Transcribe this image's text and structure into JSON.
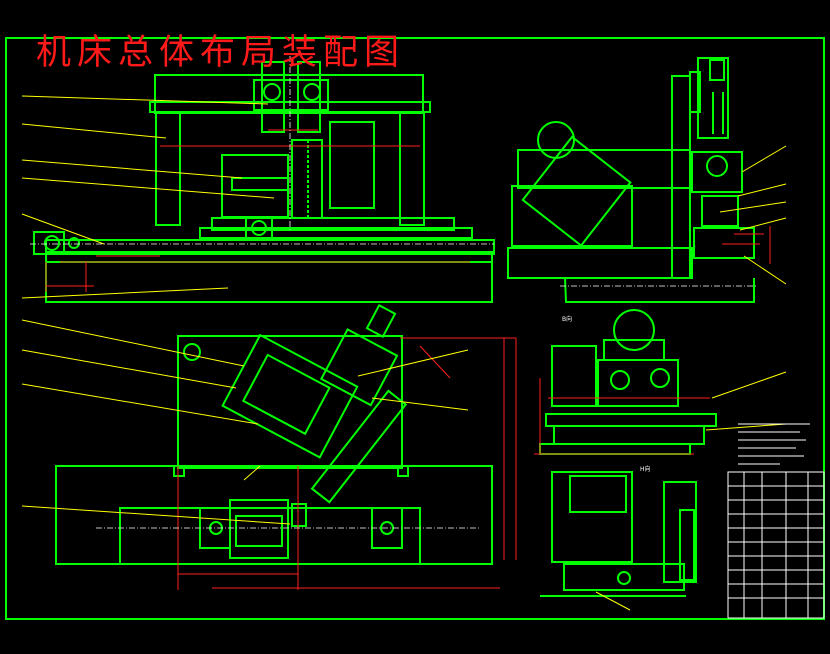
{
  "drawing": {
    "title": "机床总体布局装配图",
    "colors": {
      "background": "#000000",
      "frame": "#00ff00",
      "geometry": "#00ff00",
      "dimensions": "#ff2020",
      "leaders": "#ffff00",
      "centerlines": "#ffffff",
      "notes": "#ffffff",
      "title_text": "#ff1a1a"
    },
    "view_labels": {
      "side_view": "B向",
      "aux_view": "H向"
    }
  }
}
